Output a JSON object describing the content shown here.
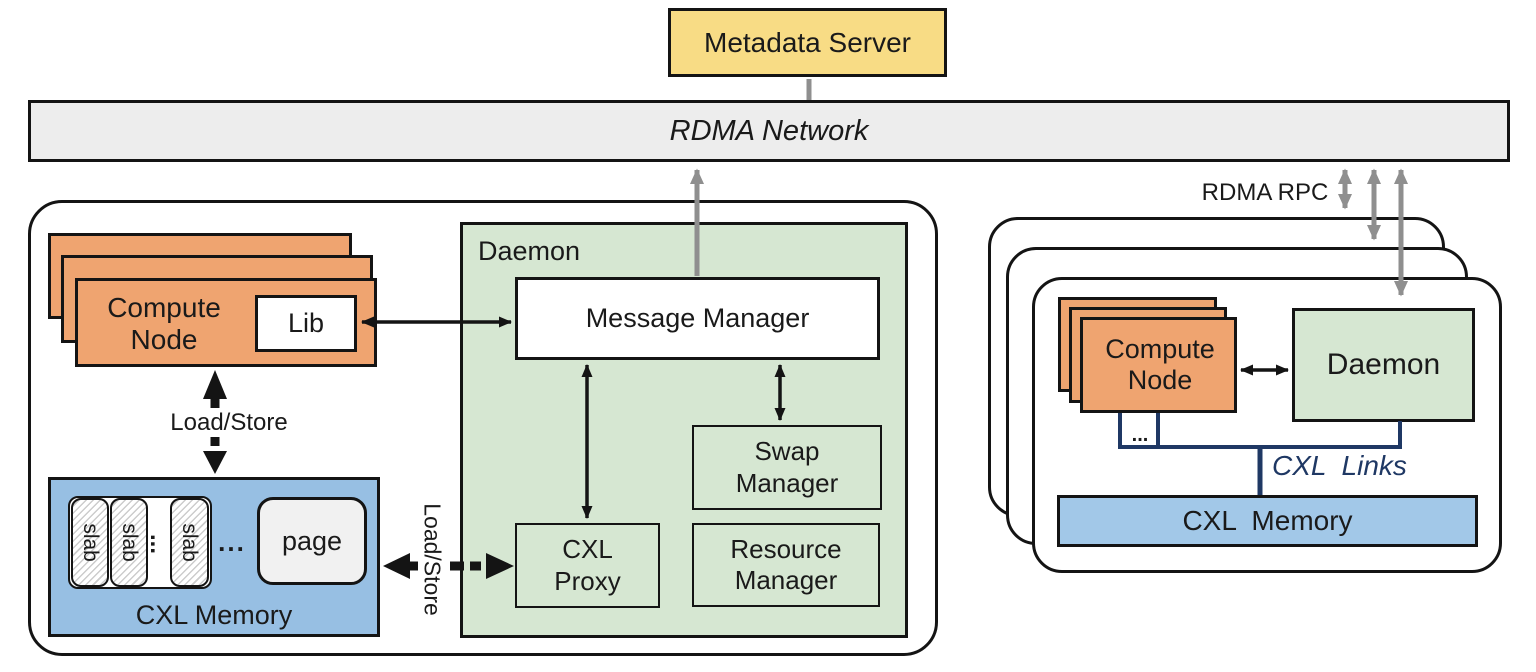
{
  "top": {
    "metadata_server": "Metadata Server",
    "rdma_network": "RDMA Network"
  },
  "left": {
    "compute_node": {
      "line1": "Compute",
      "line2": "Node"
    },
    "lib": "Lib",
    "load_store_vertical_label": "Load/Store",
    "load_store_horizontal_label": "Load/Store",
    "memory": {
      "slab": "slab",
      "dots_vertical": "...",
      "dots_horizontal": "...",
      "page": "page",
      "label": "CXL Memory"
    },
    "daemon": {
      "title": "Daemon",
      "message_manager": "Message Manager",
      "swap_manager": {
        "line1": "Swap",
        "line2": "Manager"
      },
      "resource_manager": {
        "line1": "Resource",
        "line2": "Manager"
      },
      "cxl_proxy": {
        "line1": "CXL",
        "line2": "Proxy"
      }
    }
  },
  "right": {
    "rdma_rpc": "RDMA RPC",
    "compute_node": {
      "line1": "Compute",
      "line2": "Node"
    },
    "dots": "...",
    "daemon": "Daemon",
    "cxl_links": "CXL  Links",
    "cxl_memory": "CXL  Memory"
  },
  "colors": {
    "node_orange": "#efa470",
    "server_yellow": "#f8dc85",
    "daemon_green": "#d6e7d2",
    "memory_blue_left": "#97bfe3",
    "memory_blue_right": "#a2c8e8",
    "network_gray": "#ededed",
    "cxl_navy": "#1f3864",
    "arrow_gray": "#8f8f8f",
    "line_black": "#141414"
  }
}
